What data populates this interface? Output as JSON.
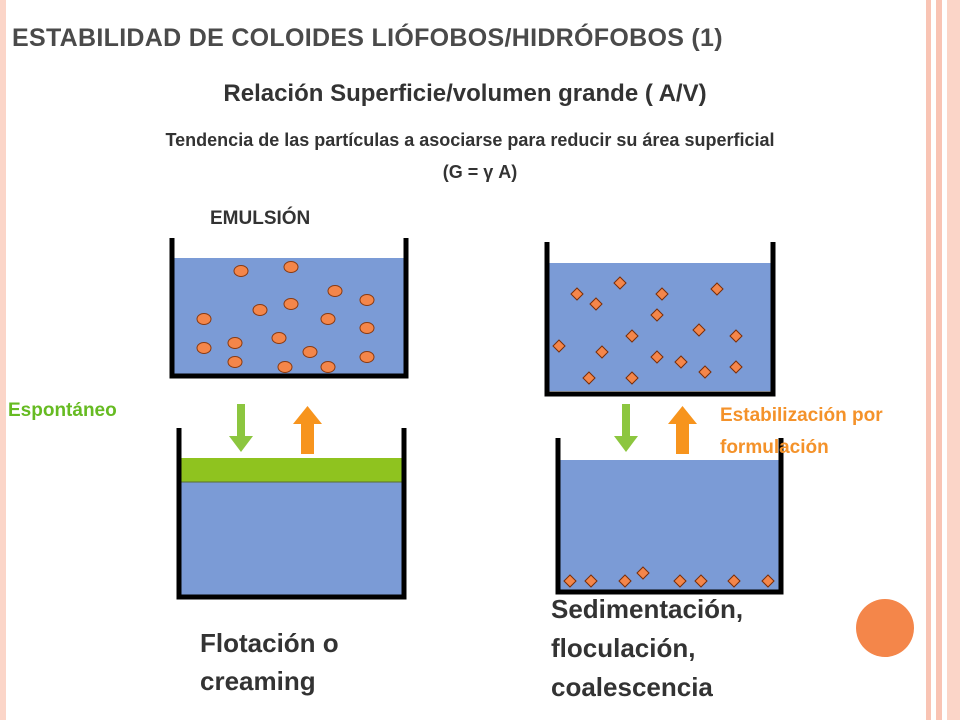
{
  "slide": {
    "title": "ESTABILIDAD DE COLOIDES  LIÓFOBOS/HIDRÓFOBOS (1)",
    "subtitle": "Relación Superficie/volumen grande   (    A/V)",
    "tendency": "Tendencia de las partículas a asociarse para reducir su área superficial",
    "formula": "(G = γ A)"
  },
  "diagram": {
    "emulsion_label": "EMULSIÓN",
    "left_side_label": "Espontáneo",
    "right_side_label": "Estabilización por formulación",
    "left_result": [
      "Flotación o",
      "creaming"
    ],
    "right_result": [
      "Sedimentación,",
      "floculación,",
      "coalescencia"
    ]
  },
  "colors": {
    "liquid": "#7b9bd6",
    "droplet": "#f4864a",
    "cream_layer": "#8fc31f",
    "green_arrow": "#8cc63f",
    "orange_arrow": "#f7941d",
    "green_text": "#66bb22",
    "orange_text": "#f4922a",
    "orange_circle": "#f4864a",
    "edge_stripe": "#f9c4b4"
  },
  "icons": {
    "down_arrow": "arrow-down-icon",
    "up_arrow": "arrow-up-icon",
    "droplet": "droplet-icon",
    "particle": "diamond-particle-icon"
  }
}
